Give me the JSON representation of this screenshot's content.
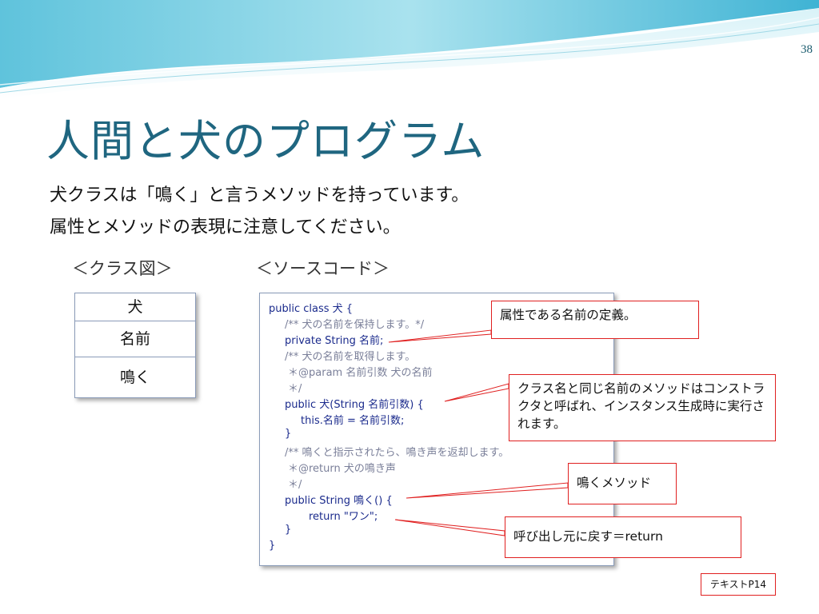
{
  "page_number": "38",
  "title": "人間と犬のプログラム",
  "body": {
    "line1": "犬クラスは「鳴く」と言うメソッドを持っています。",
    "line2": "属性とメソッドの表現に注意してください。"
  },
  "labels": {
    "class_diagram": "＜クラス図＞",
    "source_code": "＜ソースコード＞"
  },
  "uml": {
    "class_name": "犬",
    "attribute": "名前",
    "method": "鳴く"
  },
  "code_lines": [
    "public class 犬 {",
    "/** 犬の名前を保持します。*/",
    "private String 名前;",
    "/** 犬の名前を取得します。",
    "＊@param 名前引数 犬の名前",
    "＊/",
    "public 犬(String 名前引数) {",
    "this.名前 = 名前引数;",
    "}",
    "/** 鳴くと指示されたら、鳴き声を返却します。",
    "＊@return 犬の鳴き声",
    "＊/",
    "public String 鳴く() {",
    "return \"ワン\";",
    "}",
    "}"
  ],
  "callouts": {
    "attribute_def": "属性である名前の定義。",
    "constructor": "クラス名と同じ名前のメソッドはコンストラクタと呼ばれ、インスタンス生成時に実行されます。",
    "method": "鳴くメソッド",
    "return_note": "呼び出し元に戻す＝return"
  },
  "text_ref": "テキストP14",
  "colors": {
    "title": "#1f6680",
    "callout_border": "#e02020",
    "code_text": "#1a2a8c"
  }
}
